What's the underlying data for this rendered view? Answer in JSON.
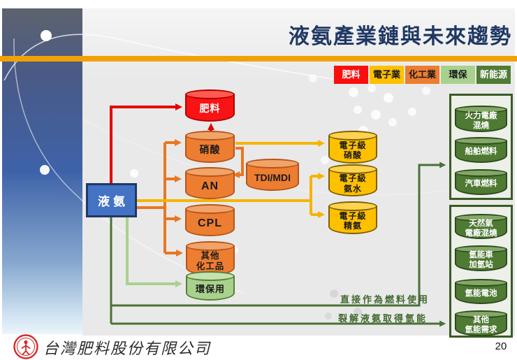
{
  "header": {
    "title": "液氨產業鏈與未來趨勢"
  },
  "legend": {
    "items": [
      {
        "label": "肥料",
        "color": "#FA0F0F"
      },
      {
        "label": "電子業",
        "color": "#FFC000"
      },
      {
        "label": "化工業",
        "color": "#ED7D31"
      },
      {
        "label": "環保",
        "color": "#A9D18E"
      },
      {
        "label": "新能源",
        "color": "#4F7B34"
      }
    ]
  },
  "flow": {
    "source_label": "液氨",
    "products": {
      "fertilizer": "肥料",
      "nitric": "硝酸",
      "an": "AN",
      "cpl": "CPL",
      "other_chemicals": "其他\n化工品",
      "eco_use": "環保用",
      "tdimdi": "TDI/MDI",
      "eg_nitric": "電子級\n硝酸",
      "eg_ammonia_water": "電子級\n氨水",
      "eg_refined_ammonia": "電子級\n精氨"
    },
    "energy": {
      "direct_label": "直接作為燃料使用",
      "crack_label": "裂解液氨取得氫能",
      "direct_items": [
        "火力電廠\n混燒",
        "船舶燃料",
        "汽車燃料"
      ],
      "hydrogen_items": [
        "天然氣\n電廠混燒",
        "氫能車\n加氫站",
        "氫能電池",
        "其他\n氫能需求"
      ]
    }
  },
  "footer": {
    "company": "台灣肥料股份有限公司",
    "page_number": "20"
  },
  "colors": {
    "accent_bar": "#F2A104",
    "title_text": "#1F3864",
    "ammonia_box": "#4472C4",
    "flow_green": "#41682F"
  }
}
